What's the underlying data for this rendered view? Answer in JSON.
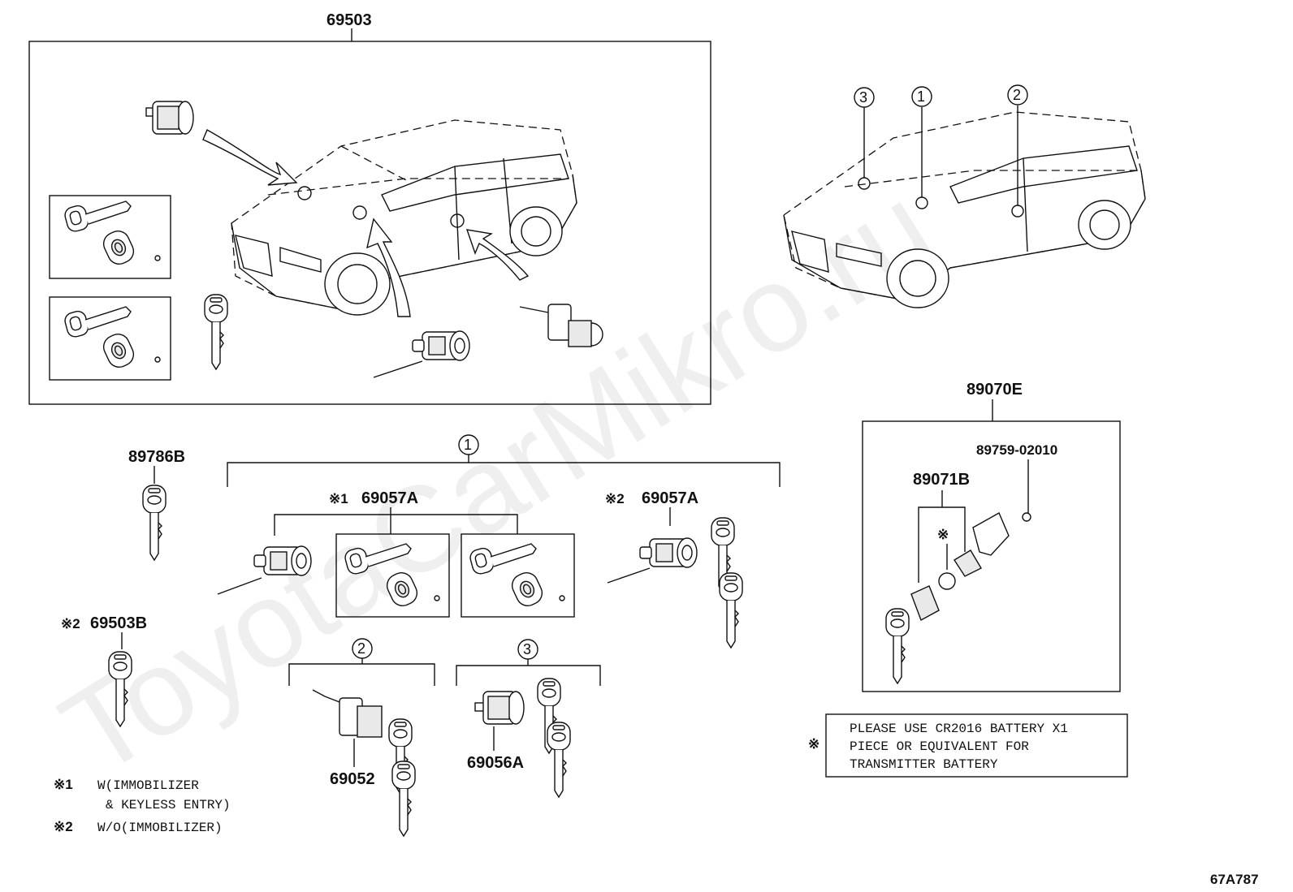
{
  "watermark": "ToyotaCarMikro.ru",
  "callouts": {
    "assembly_top": "69503",
    "transmitter_assy": "89070E",
    "key_blank_a": "89786B",
    "key_blank_b_mark": "※2",
    "key_blank_b": "69503B",
    "cylinder_set_1_mark": "※1",
    "cylinder_set_1": "69057A",
    "cylinder_set_2_mark": "※2",
    "cylinder_set_2": "69057A",
    "door_lock_cyl": "69052",
    "ignition_cyl": "69056A",
    "transmitter_housing": "89071B",
    "screw": "89759-02010",
    "battery_mark": "※",
    "diagram_code": "67A787"
  },
  "circle_refs": {
    "one": "1",
    "two": "2",
    "three": "3"
  },
  "legend": {
    "m1_mark": "※1",
    "m1_line1": "W(IMMOBILIZER",
    "m1_line2": "& KEYLESS ENTRY)",
    "m2_mark": "※2",
    "m2_line1": "W/O(IMMOBILIZER)"
  },
  "battery_note": {
    "mark": "※",
    "line1": "PLEASE USE CR2016 BATTERY X1",
    "line2": "PIECE OR EQUIVALENT FOR",
    "line3": "TRANSMITTER BATTERY"
  }
}
